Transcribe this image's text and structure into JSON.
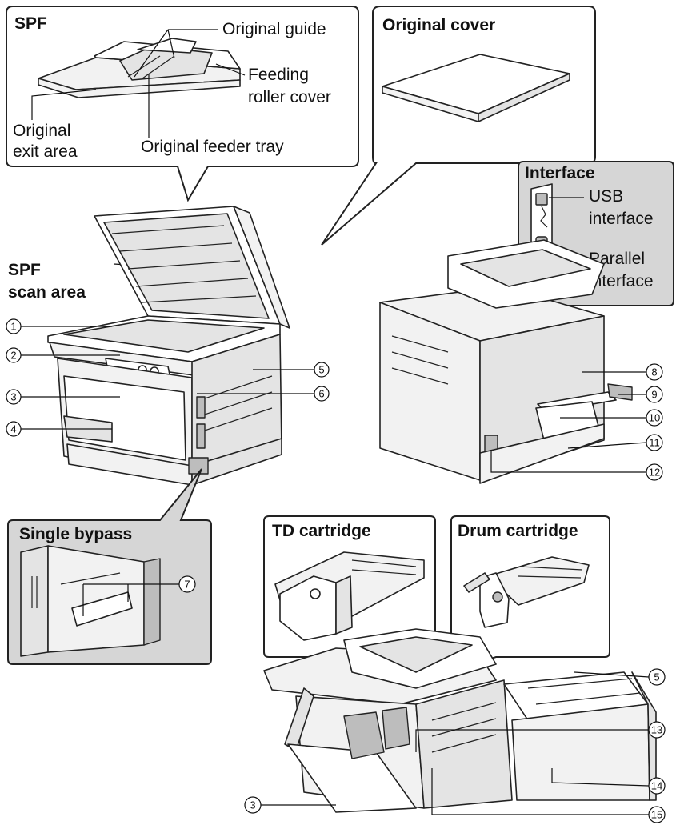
{
  "callouts": {
    "spf": {
      "title": "SPF",
      "original_guide": "Original guide",
      "feeding_roller_cover_1": "Feeding",
      "feeding_roller_cover_2": "roller cover",
      "original_exit_area_1": "Original",
      "original_exit_area_2": "exit area",
      "original_feeder_tray": "Original feeder tray"
    },
    "original_cover": {
      "title": "Original cover"
    },
    "interface": {
      "title": "Interface",
      "usb_1": "USB",
      "usb_2": "interface",
      "parallel_1": "Parallel",
      "parallel_2": "interface"
    },
    "spf_scan_area": {
      "line1": "SPF",
      "line2": "scan area"
    },
    "single_bypass": {
      "title": "Single bypass"
    },
    "td_cartridge": {
      "title": "TD cartridge"
    },
    "drum_cartridge": {
      "title": "Drum cartridge"
    }
  },
  "part_numbers": {
    "n1": "1",
    "n2": "2",
    "n3": "3",
    "n4": "4",
    "n5": "5",
    "n6": "6",
    "n7": "7",
    "n8": "8",
    "n9": "9",
    "n10": "10",
    "n11": "11",
    "n12": "12",
    "n13": "13",
    "n14": "14",
    "n15": "15"
  },
  "colors": {
    "ink": "#111111",
    "callout_shade": "#d6d6d6",
    "body": "#f2f2f2"
  }
}
